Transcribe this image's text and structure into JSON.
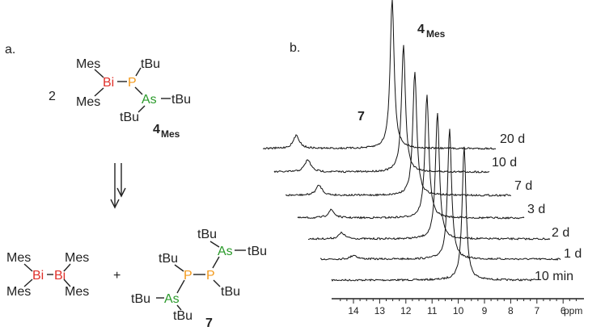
{
  "panel_a": {
    "label": "a.",
    "coefficient": "2",
    "reactant": {
      "mes_top": "Mes",
      "mes_bottom": "Mes",
      "bi": "Bi",
      "p": "P",
      "as": "As",
      "tbu_on_p": "tBu",
      "tbu_on_as_right": "tBu",
      "tbu_on_as_bottom": "tBu",
      "compound_number": "4",
      "compound_subscript": "Mes"
    },
    "product_1": {
      "mes_tl": "Mes",
      "mes_bl": "Mes",
      "mes_tr": "Mes",
      "mes_br": "Mes",
      "bi_left": "Bi",
      "bi_right": "Bi"
    },
    "plus": "+",
    "product_2": {
      "p_left": "P",
      "p_right": "P",
      "as_top": "As",
      "as_bottom": "As",
      "tbu_top": "tBu",
      "tbu_as_top_right": "tBu",
      "tbu_p_left": "tBu",
      "tbu_p_right": "tBu",
      "tbu_as_bottom_left": "tBu",
      "tbu_as_bottom": "tBu",
      "compound_number": "7"
    }
  },
  "panel_b": {
    "label": "b.",
    "peak_label_7": "7",
    "peak_label_4": "4",
    "peak_label_4_subscript": "Mes",
    "times": [
      "20 d",
      "10 d",
      "7 d",
      "3 d",
      "2 d",
      "1 d",
      "10 min"
    ],
    "axis_ticks": [
      "14",
      "13",
      "12",
      "11",
      "10",
      "9",
      "8",
      "7",
      "6"
    ],
    "axis_unit": "ppm"
  },
  "colors": {
    "bismuth": "#e0302a",
    "phosphorus": "#f39a1c",
    "arsenic": "#2a9a2a",
    "text": "#222222"
  },
  "chart_data": {
    "type": "line",
    "x_axis": {
      "unit": "ppm",
      "range": [
        5.5,
        15
      ],
      "reversed": true,
      "ticks": [
        14,
        13,
        12,
        11,
        10,
        9,
        8,
        7,
        6
      ]
    },
    "series": [
      {
        "name": "10 min",
        "peak_4Mes_ppm": 9.9,
        "peak_4Mes_height": 1.0,
        "peak_7_ppm": null,
        "peak_7_height": 0
      },
      {
        "name": "1 d",
        "peak_4Mes_ppm": 9.9,
        "peak_4Mes_height": 0.98,
        "peak_7_ppm": 13.8,
        "peak_7_height": 0.04
      },
      {
        "name": "2 d",
        "peak_4Mes_ppm": 9.9,
        "peak_4Mes_height": 0.95,
        "peak_7_ppm": 13.8,
        "peak_7_height": 0.06
      },
      {
        "name": "3 d",
        "peak_4Mes_ppm": 9.9,
        "peak_4Mes_height": 0.93,
        "peak_7_ppm": 13.8,
        "peak_7_height": 0.08
      },
      {
        "name": "7 d",
        "peak_4Mes_ppm": 9.9,
        "peak_4Mes_height": 0.93,
        "peak_7_ppm": 13.8,
        "peak_7_height": 0.1
      },
      {
        "name": "10 d",
        "peak_4Mes_ppm": 9.9,
        "peak_4Mes_height": 0.95,
        "peak_7_ppm": 13.8,
        "peak_7_height": 0.12
      },
      {
        "name": "20 d",
        "peak_4Mes_ppm": 9.9,
        "peak_4Mes_height": 1.13,
        "peak_7_ppm": 13.8,
        "peak_7_height": 0.13
      }
    ]
  }
}
